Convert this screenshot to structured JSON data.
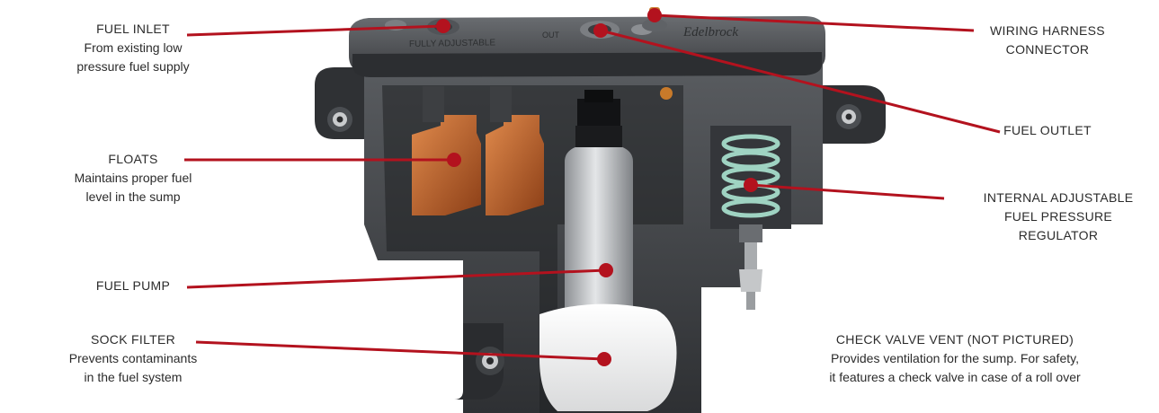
{
  "labels": {
    "fuel_inlet": {
      "title": "FUEL INLET",
      "desc_line1": "From existing low",
      "desc_line2": "pressure fuel supply"
    },
    "floats": {
      "title": "FLOATS",
      "desc_line1": "Maintains proper fuel",
      "desc_line2": "level in the sump"
    },
    "fuel_pump": {
      "title": "FUEL PUMP"
    },
    "sock_filter": {
      "title": "SOCK FILTER",
      "desc_line1": "Prevents contaminants",
      "desc_line2": "in the fuel system"
    },
    "wiring_harness": {
      "title_line1": "WIRING HARNESS",
      "title_line2": "CONNECTOR"
    },
    "fuel_outlet": {
      "title": "FUEL OUTLET"
    },
    "regulator": {
      "title_line1": "INTERNAL ADJUSTABLE",
      "title_line2": "FUEL PRESSURE REGULATOR"
    },
    "check_valve": {
      "title": "CHECK VALVE VENT (NOT PICTURED)",
      "desc_line1": "Provides ventilation for the sump. For safety,",
      "desc_line2": "it features a check valve in case of a roll over"
    }
  },
  "colors": {
    "leader": "#b3121e",
    "body_dark": "#3a3c3f",
    "body_mid": "#55585c",
    "float": "#c0622a",
    "spring": "#9fd3c2"
  }
}
